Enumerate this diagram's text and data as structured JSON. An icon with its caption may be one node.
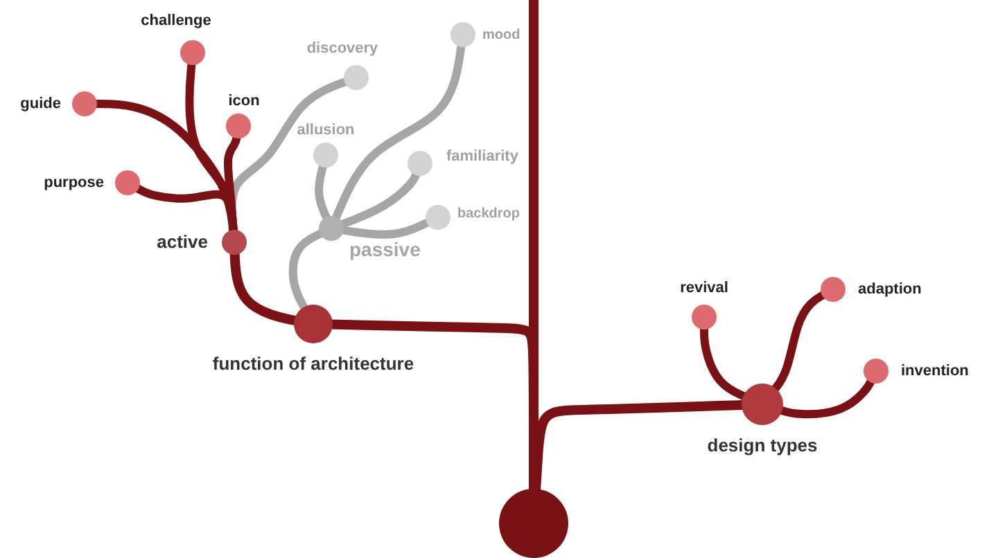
{
  "diagram": {
    "nodes": [
      {
        "text": [],
        "shape": "circle"
      },
      {
        "text": [
          "function of architecture"
        ]
      },
      {
        "text": [
          "design types"
        ]
      },
      {
        "text": [
          "active"
        ]
      },
      {
        "text": [
          "passive"
        ]
      },
      {
        "text": [
          "challenge"
        ]
      },
      {
        "text": [
          "guide"
        ]
      },
      {
        "text": [
          "icon"
        ]
      },
      {
        "text": [
          "purpose"
        ]
      },
      {
        "text": [
          "discovery"
        ]
      },
      {
        "text": [
          "mood"
        ]
      },
      {
        "text": [
          "allusion"
        ]
      },
      {
        "text": [
          "familiarity"
        ]
      },
      {
        "text": [
          "backdrop"
        ]
      },
      {
        "text": [
          "revival"
        ]
      },
      {
        "text": [
          "adaption"
        ]
      },
      {
        "text": [
          "invention"
        ]
      }
    ],
    "edges": [
      {
        "from": null,
        "to": 0,
        "arrow": "none"
      },
      {
        "from": 3,
        "to": 9,
        "arrow": "none",
        "color": "#a6a6a6"
      },
      {
        "from": 1,
        "to": 4,
        "arrow": "none",
        "color": "#a6a6a6"
      },
      {
        "from": 4,
        "to": 10,
        "arrow": "none",
        "color": "#a6a6a6"
      },
      {
        "from": 4,
        "to": 11,
        "arrow": "none",
        "color": "#a6a6a6"
      },
      {
        "from": 4,
        "to": 12,
        "arrow": "none",
        "color": "#a6a6a6"
      },
      {
        "from": 4,
        "to": 13,
        "arrow": "none",
        "color": "#a6a6a6"
      },
      {
        "from": 0,
        "to": 1,
        "arrow": "none"
      },
      {
        "from": 0,
        "to": 2,
        "arrow": "none"
      },
      {
        "from": 1,
        "to": 3,
        "arrow": "none"
      },
      {
        "from": 3,
        "to": 5,
        "arrow": "none"
      },
      {
        "from": 3,
        "to": 6,
        "arrow": "none"
      },
      {
        "from": 3,
        "to": 7,
        "arrow": "none"
      },
      {
        "from": 3,
        "to": 8,
        "arrow": "none"
      },
      {
        "from": 2,
        "to": 14,
        "arrow": "none"
      },
      {
        "from": 2,
        "to": 15,
        "arrow": "none"
      },
      {
        "from": 2,
        "to": 16,
        "arrow": "none"
      }
    ]
  }
}
